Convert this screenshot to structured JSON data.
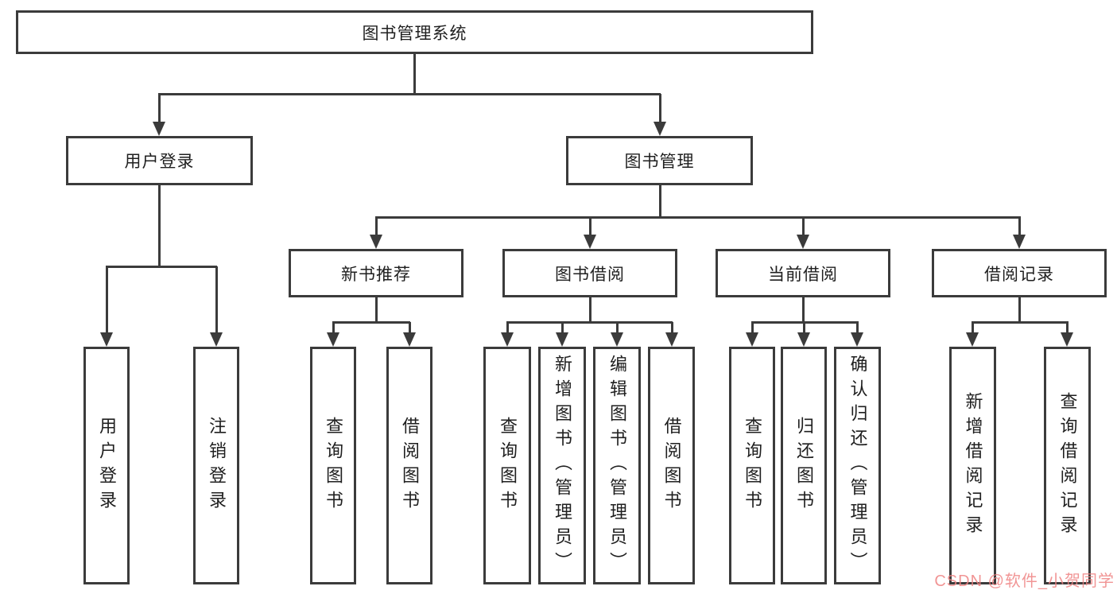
{
  "tree": {
    "label": "图书管理系统",
    "children": [
      {
        "label": "用户登录",
        "children": [
          {
            "label": "用户登录"
          },
          {
            "label": "注销登录"
          }
        ]
      },
      {
        "label": "图书管理",
        "children": [
          {
            "label": "新书推荐",
            "children": [
              {
                "label": "查询图书"
              },
              {
                "label": "借阅图书"
              }
            ]
          },
          {
            "label": "图书借阅",
            "children": [
              {
                "label": "查询图书"
              },
              {
                "label": "新增图书（管理员）"
              },
              {
                "label": "编辑图书（管理员）"
              },
              {
                "label": "借阅图书"
              }
            ]
          },
          {
            "label": "当前借阅",
            "children": [
              {
                "label": "查询图书"
              },
              {
                "label": "归还图书"
              },
              {
                "label": "确认归还（管理员）"
              }
            ]
          },
          {
            "label": "借阅记录",
            "children": [
              {
                "label": "新增借阅记录"
              },
              {
                "label": "查询借阅记录"
              }
            ]
          }
        ]
      }
    ]
  },
  "watermark": {
    "text": "CSDN @软件_小贺同学",
    "color": "#ee8282"
  },
  "colors": {
    "line": "#3b3b3b",
    "text": "#1f1f1f",
    "background": "#ffffff"
  }
}
